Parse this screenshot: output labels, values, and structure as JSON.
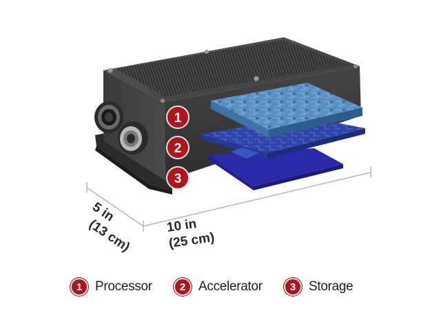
{
  "callouts": [
    "1",
    "2",
    "3"
  ],
  "dimensions": {
    "length": "10 in",
    "length_metric": "(25 cm)",
    "width": "5 in",
    "width_metric": "(13 cm)"
  },
  "legend": [
    {
      "number": "1",
      "label": "Processor"
    },
    {
      "number": "2",
      "label": "Accelerator"
    },
    {
      "number": "3",
      "label": "Storage"
    }
  ],
  "colors": {
    "housing": "#3d3d3d",
    "badge": "#b0141c",
    "processor_board": "#5b8fc4",
    "accelerator_board": "#2f45a8",
    "storage_board": "#2a2aa8"
  }
}
